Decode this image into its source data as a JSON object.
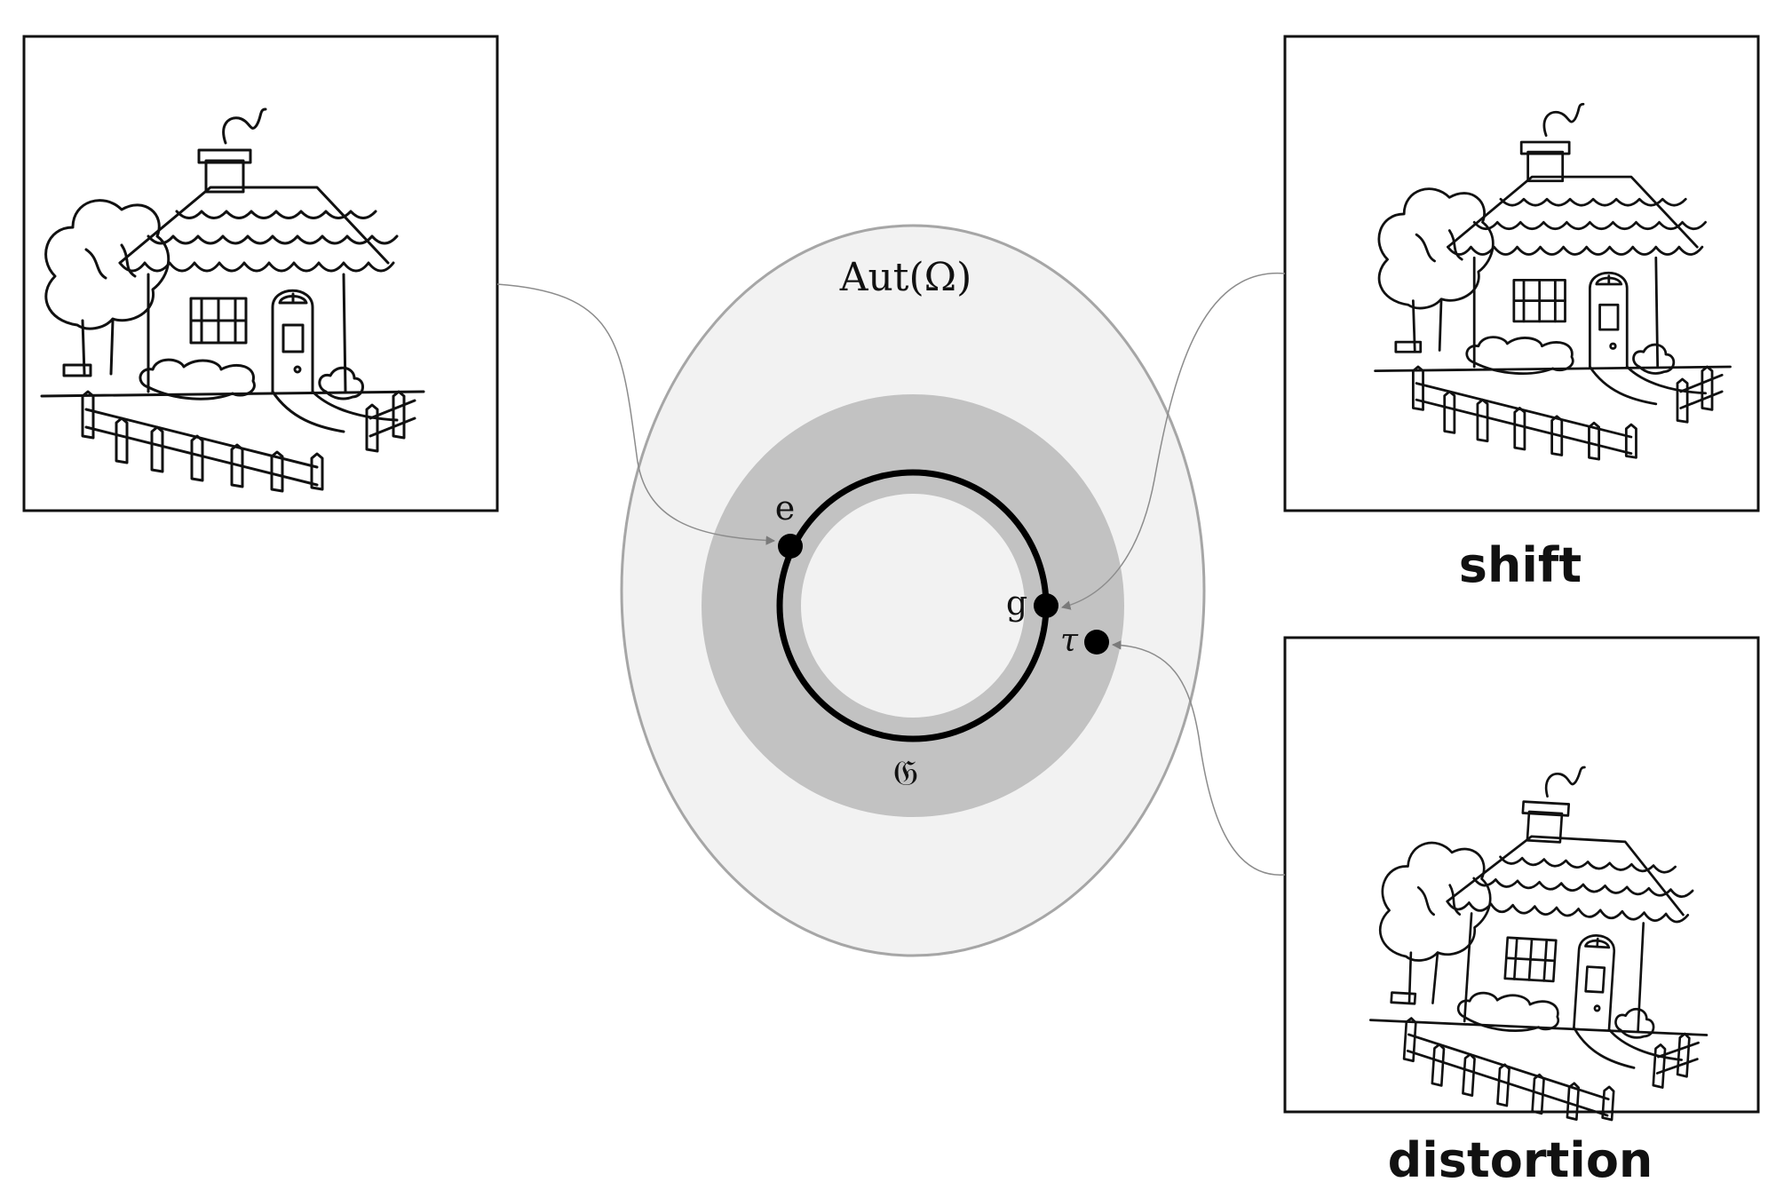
{
  "diagram": {
    "outer_set_label": "Aut(Ω)",
    "group_label": "𝔊",
    "points": {
      "identity": "e",
      "group_element": "g",
      "transformation": "τ"
    },
    "captions": {
      "shift": "shift",
      "distortion": "distortion"
    },
    "images": {
      "original": "house-drawing",
      "shifted": "house-drawing-shifted",
      "distorted": "house-drawing-distorted"
    }
  },
  "colors": {
    "outer_fill": "#f2f2f2",
    "outer_stroke": "#a6a6a6",
    "annulus_fill": "#c2c2c2",
    "circle_stroke": "#000000",
    "connector_stroke": "#8c8c8c"
  }
}
